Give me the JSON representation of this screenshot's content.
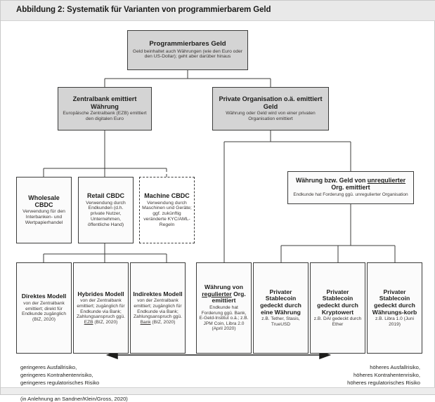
{
  "figure": {
    "header_title": "Abbildung 2: Systematik für Varianten von programmierbarem Geld",
    "source_note": "(in Anlehnung an Sandner/Klein/Gross, 2020)",
    "accent_shaded": "#d4d4d4",
    "border_color": "#3c3c3b",
    "header_bg": "#e9e9e9"
  },
  "nodes": {
    "root": {
      "title": "Programmierbares Geld",
      "subtitle": "Geld beinhaltet auch Währungen (wie den Euro oder den US-Dollar); geht aber darüber hinaus"
    },
    "central_bank": {
      "title": "Zentralbank emittiert Währung",
      "subtitle": "Europäische Zentralbank (EZB) emittiert den digitalen Euro"
    },
    "private_org": {
      "title": "Private Organisation o.ä. emittiert Geld",
      "subtitle": "Währung oder Geld wird von einer privaten Organisation emittiert"
    },
    "wholesale_cbdc": {
      "title": "Wholesale CBDC",
      "subtitle": "Verwendung für den Interbanken- und Wertpapierhandel"
    },
    "retail_cbdc": {
      "title": "Retail CBDC",
      "subtitle": "Verwendung durch Endkunden (d.h. private Nutzer, Unternehmen, öffentliche Hand)"
    },
    "machine_cbdc": {
      "title": "Machine CBDC",
      "subtitle": "Verwendung durch Maschinen und Geräte; ggf. zukünftig veränderte KYC/AML-Regeln"
    },
    "unregulated_org": {
      "title_pre": "Währung bzw. Geld von ",
      "title_underline": "unregulierter",
      "title_post": " Org. emittiert",
      "subtitle": "Endkunde hat Forderung ggü. unregulierter Organisation"
    },
    "direct_model": {
      "title": "Direktes Modell",
      "subtitle": "von der Zentralbank emittiert; direkt für Endkunde zugänglich (BIZ, 2020)"
    },
    "hybrid_model": {
      "title": "Hybrides Modell",
      "sub_pre": "von der Zentralbank emittiert; zugänglich für Endkunde via Bank; Zahlungsanspruch ggü. ",
      "sub_underline": "EZB",
      "sub_post": " (BIZ, 2020)"
    },
    "indirect_model": {
      "title": "Indirektes Modell",
      "sub_pre": "von der Zentralbank emittiert; zugänglich für Endkunde via Bank; Zahlungsanspruch ggü. ",
      "sub_underline": "Bank",
      "sub_post": " (BIZ, 2020)"
    },
    "regulated_currency": {
      "title_pre": "Währung von ",
      "title_underline": "regulierter",
      "title_post": " Org. emittiert",
      "subtitle": "Endkunde hat Forderung ggü. Bank, E-Geld-Institut o.ä.; z.B. JPM Coin, Libra 2.0 (April 2020)"
    },
    "stablecoin_currency": {
      "title": "Privater Stablecoin gedeckt durch eine Währung",
      "subtitle": "z.B. Tether, Stasis, TrueUSD"
    },
    "stablecoin_crypto": {
      "title": "Privater Stablecoin gedeckt durch Kryptowert",
      "subtitle": "z.B. DAI gedeckt durch Ether"
    },
    "stablecoin_basket": {
      "title": "Privater Stablecoin gedeckt durch Währungs-korb",
      "subtitle": "z.B. Libra 1.0 (Juni 2019)"
    }
  },
  "scale": {
    "left_caption": "geringeres Ausfallrisiko,\ngeringeres Kontrahentenrisiko,\ngeringeres regulatorisches Risiko",
    "right_caption": "höheres Ausfallrisiko,\nhöheres Kontrahentenrisiko,\nhöheres regulatorisches Risiko"
  }
}
